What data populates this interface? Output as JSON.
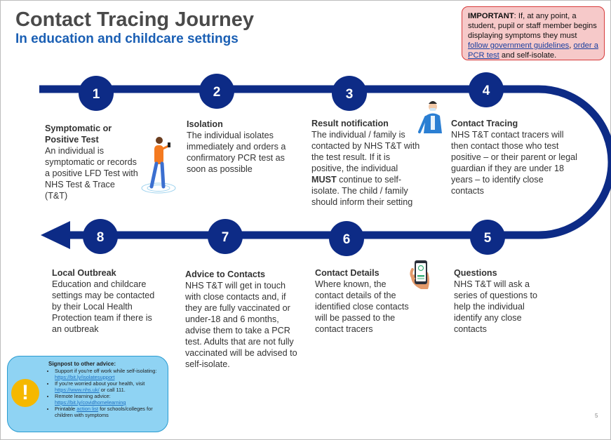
{
  "title": "Contact Tracing Journey",
  "subtitle": "In education and childcare settings",
  "important": {
    "label": "IMPORTANT",
    "text_1": ": If, at any point, a student, pupil or staff member begins displaying symptoms they must ",
    "link_1": "follow government guidelines",
    "text_2": ", ",
    "link_2": "order a PCR test",
    "text_3": " and self-isolate."
  },
  "colors": {
    "road": "#0d2b86",
    "circle": "#0d2b86",
    "subtitle": "#1a5fb4",
    "important_bg": "#f6c9c9",
    "important_border": "#d63a3a",
    "signpost_bg": "#8fd3f3",
    "warning": "#f5b800"
  },
  "steps": [
    {
      "num": "1",
      "heading": "Symptomatic or Positive Test",
      "body": "An individual is symptomatic or records a positive LFD Test with NHS Test & Trace (T&T)"
    },
    {
      "num": "2",
      "heading": "Isolation",
      "body": "The individual isolates immediately and orders a confirmatory PCR test as soon as possible"
    },
    {
      "num": "3",
      "heading": "Result notification",
      "body_1": "The individual / family is contacted by NHS T&T with the test result. If it is positive, the individual ",
      "body_bold": "MUST",
      "body_2": " continue to self-isolate. The child / family should inform their setting"
    },
    {
      "num": "4",
      "heading": "Contact Tracing",
      "body": "NHS T&T contact tracers will then contact those who test positive – or their parent or legal guardian if they are under 18 years – to identify close contacts"
    },
    {
      "num": "5",
      "heading": "Questions",
      "body": "NHS T&T will ask a series of questions to help the individual identify any close contacts"
    },
    {
      "num": "6",
      "heading": "Contact Details",
      "body": "Where known, the contact details of the identified close contacts will be passed to the contact tracers"
    },
    {
      "num": "7",
      "heading": "Advice to Contacts",
      "body": "NHS T&T will get in touch with close contacts and, if they are fully vaccinated or under-18 and 6 months, advise them to take a PCR test. Adults that are not fully vaccinated will be advised to self-isolate."
    },
    {
      "num": "8",
      "heading": "Local Outbreak",
      "body": "Education and childcare settings may be contacted by their Local Health Protection team if there is an outbreak"
    }
  ],
  "signpost": {
    "title": "Signpost to other advice:",
    "items": [
      {
        "pre": "Support if you're off work while self-isolating: ",
        "link": "https://bit.ly/isolatesupport",
        "post": ""
      },
      {
        "pre": "If you're worried about your health, visit ",
        "link": "https://www.nhs.uk/",
        "post": " or call 111."
      },
      {
        "pre": "Remote learning advice: ",
        "link": "https://bit.ly/covidhomelearning",
        "post": ""
      },
      {
        "pre": "Printable ",
        "link": "action list",
        "post": " for schools/colleges for children with symptoms"
      }
    ],
    "icon": "!"
  },
  "icons": [
    "walking-person-phone-icon",
    "healthcare-worker-icon",
    "hand-holding-phone-icon",
    "warning-icon"
  ],
  "page_number": "5"
}
